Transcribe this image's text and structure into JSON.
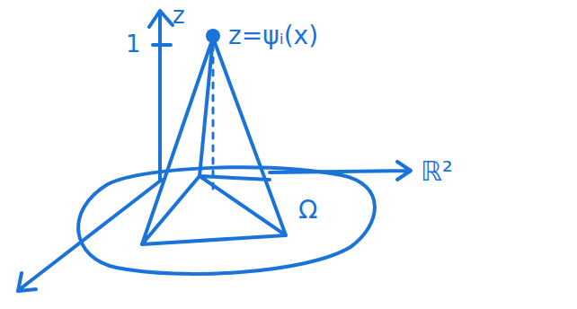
{
  "diagram": {
    "labels": [
      "z",
      "1",
      "z=ψᵢ(x)",
      "Ω",
      "ℝ²"
    ]
  }
}
